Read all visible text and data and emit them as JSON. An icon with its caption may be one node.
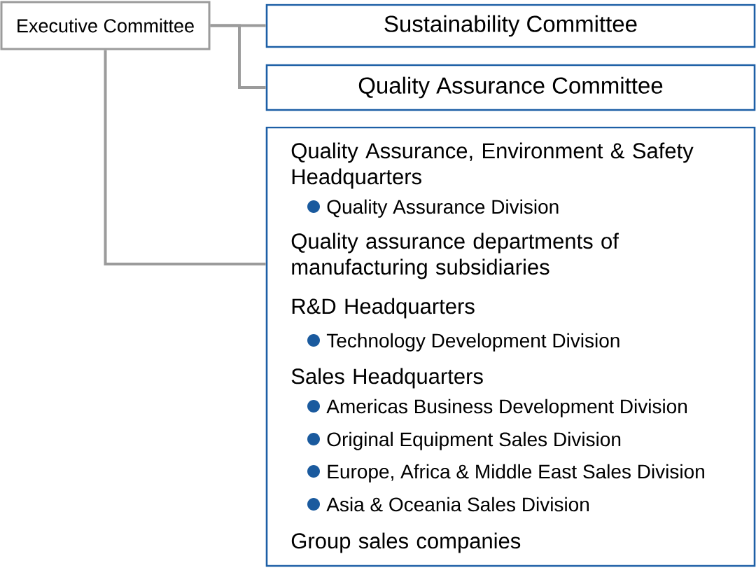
{
  "diagram": {
    "nodes": [
      {
        "text": [
          "Executive Committee"
        ]
      },
      {
        "text": [
          "Sustainability Committee"
        ]
      },
      {
        "text": [
          "Quality Assurance Committee"
        ]
      },
      {
        "text": [
          "Quality Assurance, Environment & Safety Headquarters",
          "Quality Assurance Division",
          "Quality assurance departments of manufacturing subsidiaries",
          "R&D Headquarters",
          "Technology Development Division",
          "Sales Headquarters",
          "Americas Business Development Division",
          "Original Equipment Sales Division",
          "Europe, Africa & Middle East Sales Division",
          "Asia & Oceania Sales Division",
          "Group sales companies"
        ]
      }
    ],
    "edges": [
      {
        "from": 0,
        "to": 1,
        "arrow": "none"
      },
      {
        "from": 0,
        "to": 2,
        "arrow": "none"
      },
      {
        "from": 0,
        "to": 3,
        "arrow": "none"
      }
    ]
  }
}
